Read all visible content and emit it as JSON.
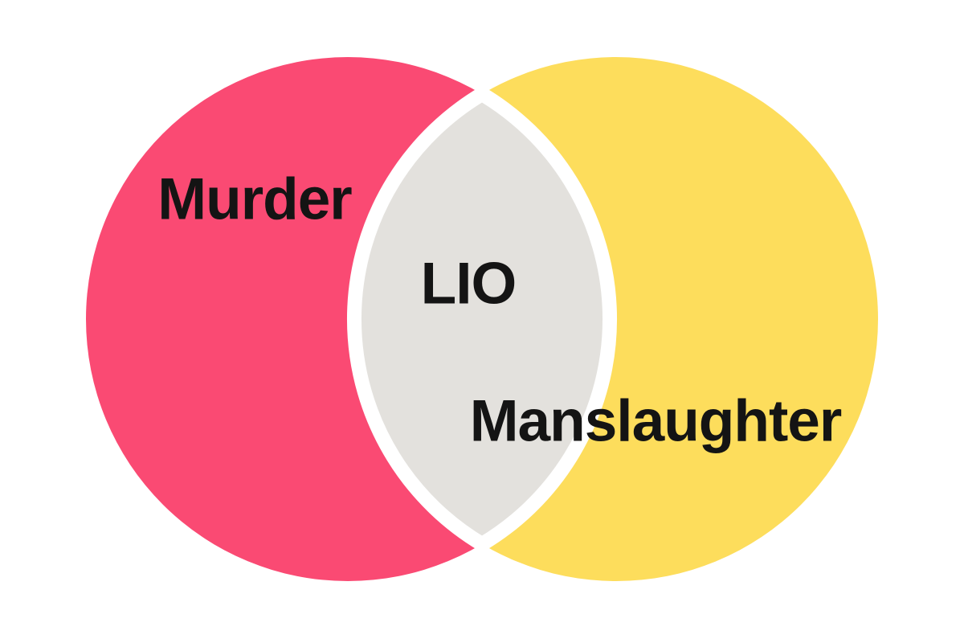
{
  "diagram": {
    "type": "venn",
    "background_color": "#FFFFFF",
    "text_color": "#141414",
    "sets": [
      {
        "label": "Murder",
        "color": "#FA4A73",
        "position": "left"
      },
      {
        "label": "Manslaughter",
        "color": "#FDDD5C",
        "position": "right"
      }
    ],
    "intersection": {
      "label": "LIO",
      "color": "#E3E1DD",
      "outline_color": "#FFFFFF"
    }
  }
}
